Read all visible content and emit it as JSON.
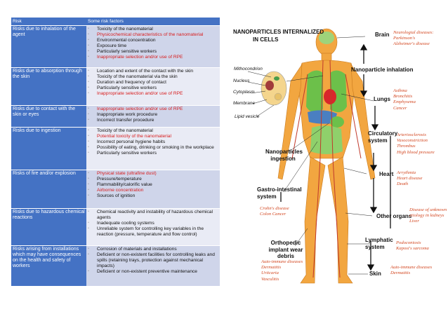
{
  "table": {
    "headers": [
      "Risk",
      "Some risk factors"
    ],
    "rows": [
      {
        "risk": "Risks due to inhalation of the agent",
        "height": 0,
        "factors": [
          {
            "text": "Toxicity of the nanomaterial",
            "red": false
          },
          {
            "text": "Physicochemical characteristics of the nanomaterial",
            "red": true
          },
          {
            "text": "Environmental concentration",
            "red": false
          },
          {
            "text": "Exposure time",
            "red": false
          },
          {
            "text": "Particularly sensitive workers",
            "red": false
          },
          {
            "text": "Inappropriate selection and/or use of RPE",
            "red": true
          }
        ]
      },
      {
        "risk": "Risks due to absorption through the skin",
        "factors": [
          {
            "text": "Location and extent of the contact with the skin",
            "red": false
          },
          {
            "text": "Toxicity of the nanomaterial via the skin",
            "red": false
          },
          {
            "text": "Duration and frequency of contact",
            "red": false
          },
          {
            "text": "Particularly sensitive workers",
            "red": false
          },
          {
            "text": "Inappropriate selection and/or use of RPE",
            "red": true
          }
        ]
      },
      {
        "risk": "Risks due to contact with the skin or eyes",
        "factors": [
          {
            "text": "Inappropriate selection and/or use of RPE",
            "red": true
          },
          {
            "text": "Inappropriate work procedure",
            "red": false
          },
          {
            "text": "Incorrect transfer procedure",
            "red": false
          }
        ]
      },
      {
        "risk": "Risks due to ingestion",
        "factors": [
          {
            "text": "Toxicity of the nanomaterial",
            "red": false
          },
          {
            "text": "Potential toxicity of the nanomaterial",
            "red": true
          },
          {
            "text": "Incorrect personal hygiene habits",
            "red": false
          },
          {
            "text": "Possibility of eating, drinking or smoking in the workplace",
            "red": false
          },
          {
            "text": "Particularly sensitive workers",
            "red": false
          }
        ]
      },
      {
        "risk": "Risks of fire and/or explosion",
        "factors": [
          {
            "text": "Physical state (ultrafine dust)",
            "red": true
          },
          {
            "text": "Pressure/temperature",
            "red": false
          },
          {
            "text": "Flammability/calorific value",
            "red": false
          },
          {
            "text": "Airborne concentration",
            "red": true
          },
          {
            "text": "Sources of ignition",
            "red": false
          }
        ]
      },
      {
        "risk": "Risks due to hazardous chemical reactions",
        "factors": [
          {
            "text": "Chemical reactivity and instability of hazardous chemical agents",
            "red": false
          },
          {
            "text": "Inadequate cooling systems",
            "red": false
          },
          {
            "text": "Unreliable system for controlling key variables in the reaction (pressure, temperature and flow control)",
            "red": false
          }
        ]
      },
      {
        "risk": "Risks arising from installations which may have consequences on the health and safety of workers",
        "factors": [
          {
            "text": "Corrosion of materials and installations",
            "red": false
          },
          {
            "text": "Deficient or non-existent facilities for controlling leaks and spills (retaining trays, protection against mechanical impacts)",
            "red": false
          },
          {
            "text": "Deficient or non-existent preventive maintenance",
            "red": false
          }
        ]
      }
    ]
  },
  "figure": {
    "title_line1": "NANOPARTICLES INTERNALIZED",
    "title_line2": "IN CELLS",
    "cell_labels": [
      "Mithocondrion",
      "Nucleus",
      "Cytoplasm",
      "Membrane",
      "Lipid vesicle"
    ],
    "organs": {
      "brain": "Brain",
      "inhalation": "Nanoparticle inhalation",
      "lungs": "Lungs",
      "circulatory": "Circulatory system",
      "heart": "Heart",
      "ingestion": "Nanoparticles ingestion",
      "gastro": "Gastro-intestinal system",
      "other": "Other organs",
      "orthopedic": "Orthopedic implant wear debris",
      "lymphatic": "Lymphatic system",
      "skin": "Skin"
    },
    "diseases": {
      "brain": "Neurologial diseases:\nParkinson's\nAlzheimer's disease",
      "lungs": "Asthma\nBronchitis\nEmphysema\nCancer",
      "circulatory": "Arteriosclerosis\nVasoconstriction\nThrombus\nHigh blood pressure",
      "heart": "Arrythmia\nHeart disease\nDeath",
      "gastro": "Crohn's disease\nColon Cancer",
      "other": "Disease of unknown\netiology in kidneys\nLiver",
      "lymphatic": "Podoconiosis\nKaposi's sarcoma",
      "orthopedic": "Auto-immune diseases\nDermatitis\nUrticaria\nVasculitis",
      "skin": "Auto-immune diseases\nDermatitis"
    },
    "colors": {
      "title": "#111111",
      "disease": "#d2451e",
      "body": "#f2a640",
      "green": "#6cc04a"
    }
  }
}
